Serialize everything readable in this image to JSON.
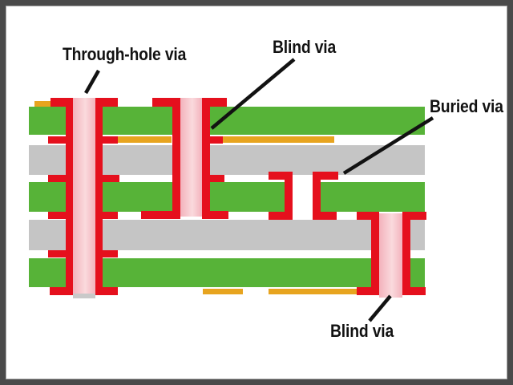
{
  "labels": {
    "through_hole": "Through-hole via",
    "blind_top": "Blind via",
    "buried": "Buried via",
    "blind_bottom": "Blind via"
  },
  "colors": {
    "background": "#ffffff",
    "frame_border": "#4a4a4a",
    "frame_inner_line": "#a8a8a8",
    "core_green": "#57b338",
    "prepreg_gray": "#c5c5c5",
    "copper_red": "#e5101d",
    "trace_orange": "#e7a41f",
    "via_pink": "#f3b2bc",
    "via_pink_light": "#fadadd",
    "drill_stub_gray": "#c9c9c9",
    "label_text": "#121212",
    "callout_line": "#121212"
  }
}
